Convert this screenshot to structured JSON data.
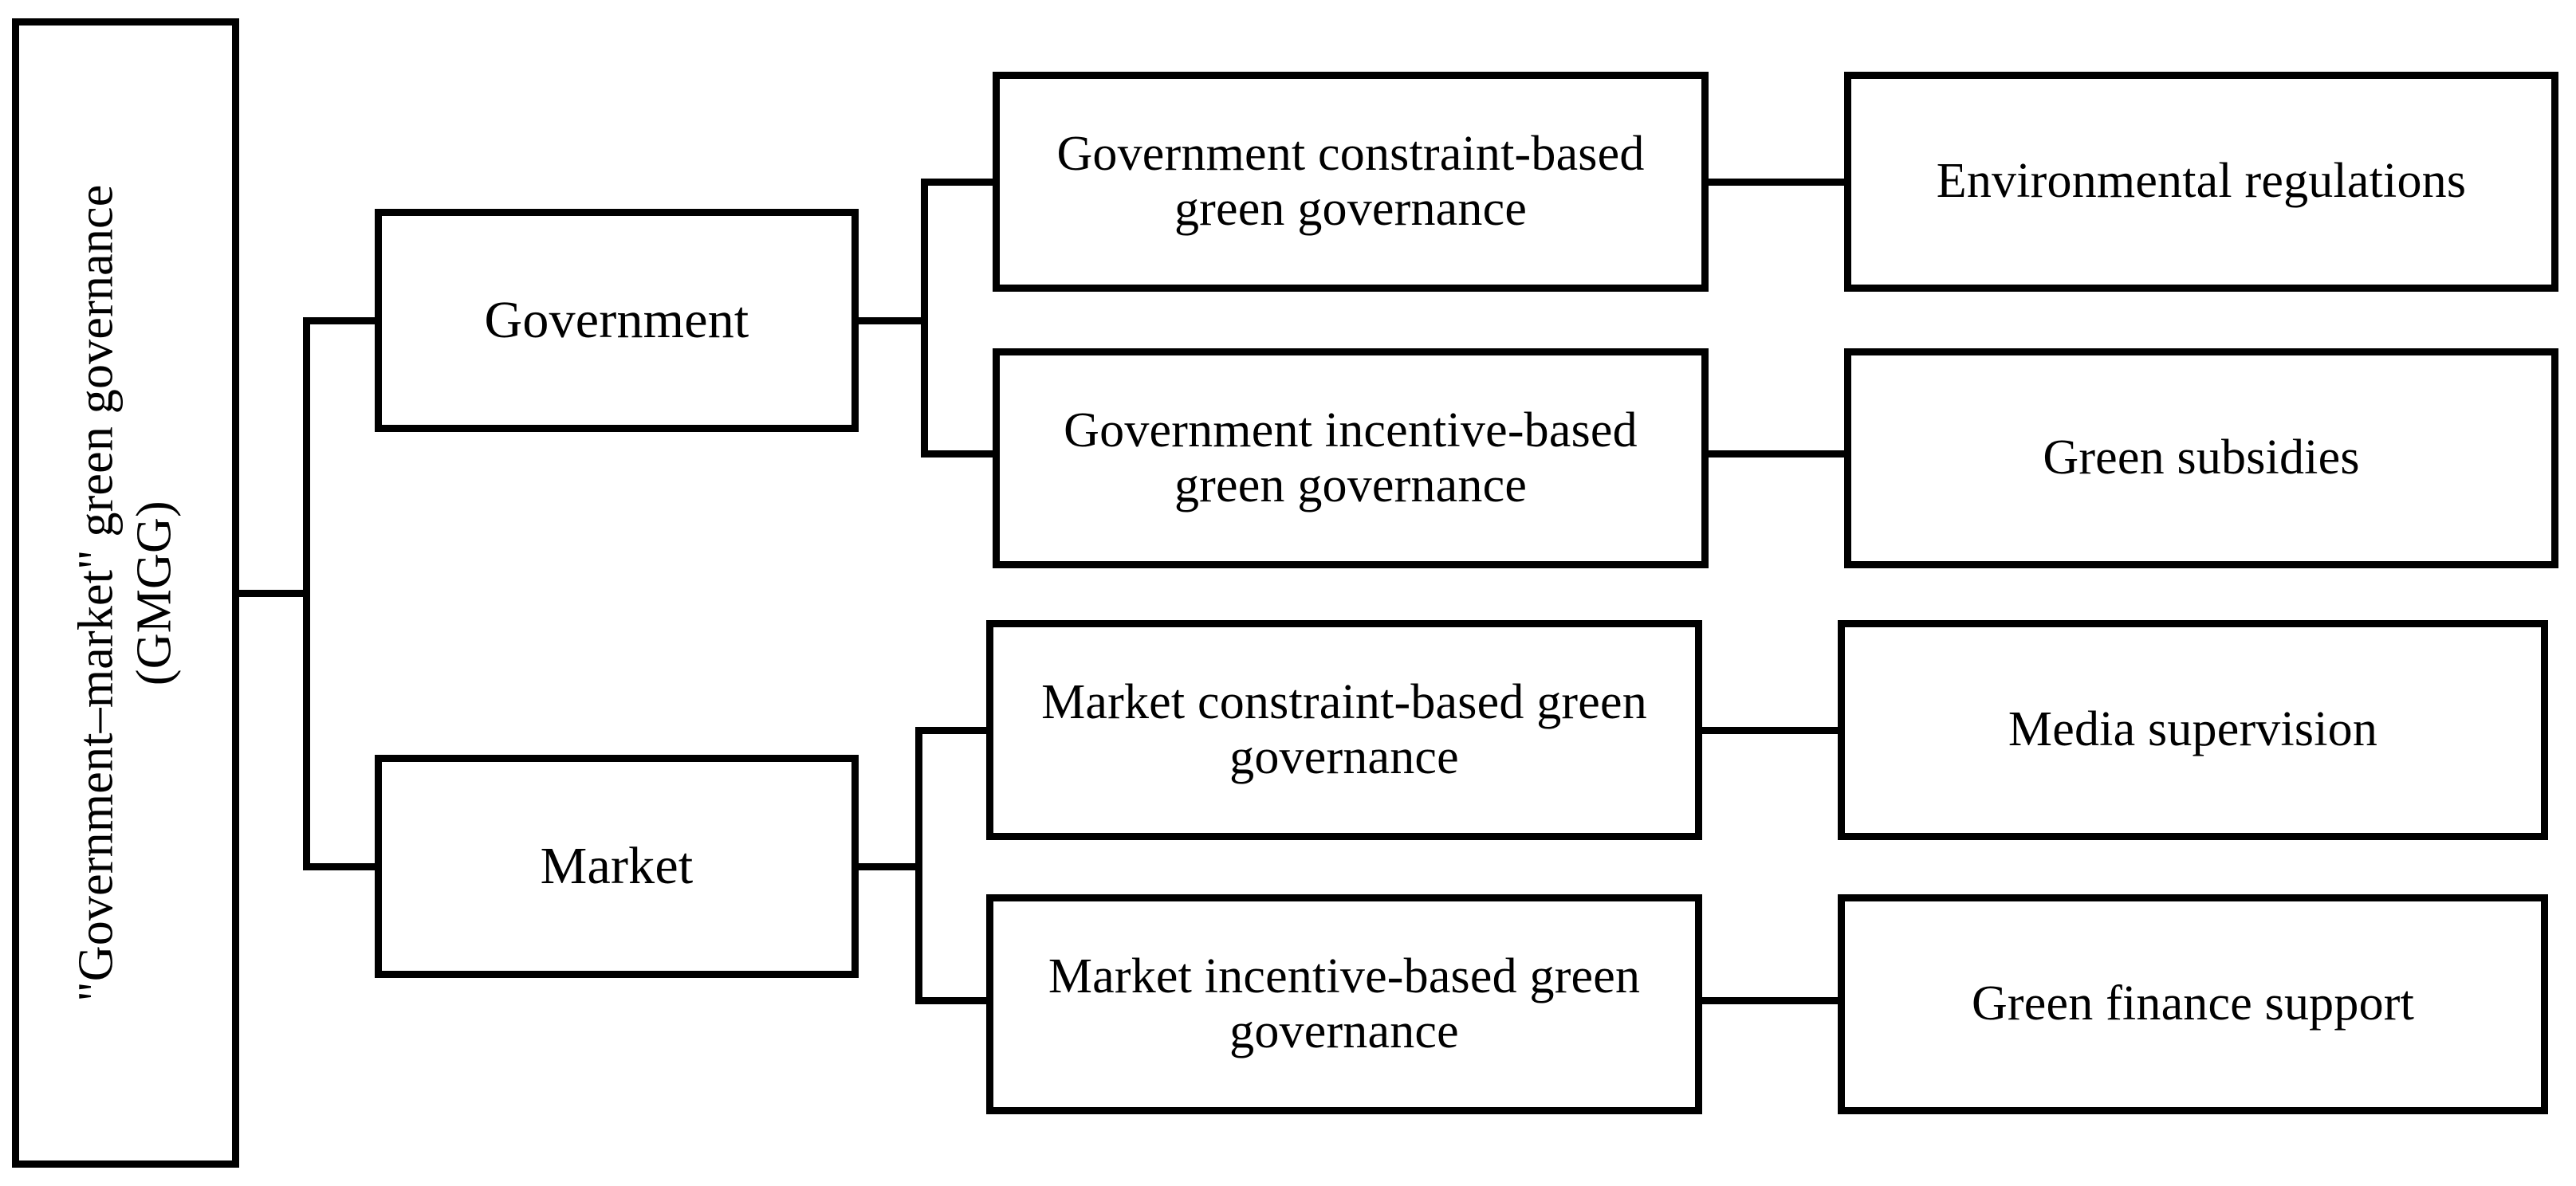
{
  "diagram": {
    "type": "hierarchy-tree",
    "orientation": "left-to-right",
    "background_color": "#ffffff",
    "line_color": "#000000",
    "text_color": "#000000",
    "root": {
      "id": "root",
      "label": "\"Government–market\" green governance (GMGG)",
      "text_orientation": "vertical-rotated-90"
    },
    "level2": [
      {
        "id": "government",
        "label": "Government"
      },
      {
        "id": "market",
        "label": "Market"
      }
    ],
    "level3": [
      {
        "id": "gov-constraint",
        "label": "Government constraint-based green governance",
        "parent": "government"
      },
      {
        "id": "gov-incentive",
        "label": "Government incentive-based green governance",
        "parent": "government"
      },
      {
        "id": "mkt-constraint",
        "label": "Market constraint-based green governance",
        "parent": "market"
      },
      {
        "id": "mkt-incentive",
        "label": "Market incentive-based green governance",
        "parent": "market"
      }
    ],
    "level4": [
      {
        "id": "env-reg",
        "label": "Environmental regulations",
        "parent": "gov-constraint"
      },
      {
        "id": "green-sub",
        "label": "Green subsidies",
        "parent": "gov-incentive"
      },
      {
        "id": "media-sup",
        "label": "Media supervision",
        "parent": "mkt-constraint"
      },
      {
        "id": "green-fin",
        "label": "Green finance support",
        "parent": "mkt-incentive"
      }
    ]
  }
}
